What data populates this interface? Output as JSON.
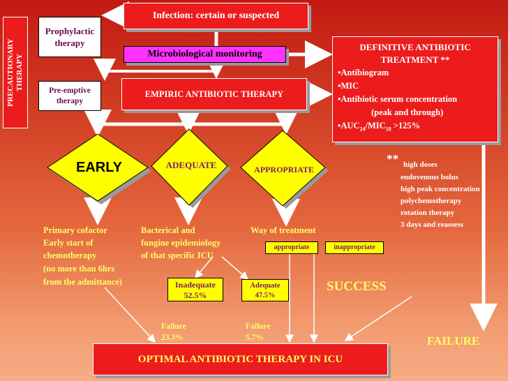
{
  "side_label": {
    "line1": "PRECAUTIONARY",
    "line2": "THERAPY"
  },
  "infection": "Infection: certain or suspected",
  "prophylactic": {
    "line1": "Prophylactic",
    "line2": "therapy"
  },
  "micro": "Microbiological monitoring",
  "preemptive": {
    "line1": "Pre-emptive",
    "line2": "therapy"
  },
  "empiric": "EMPIRIC ANTIBIOTIC THERAPY",
  "definitive": {
    "title1": "DEFINITIVE ANTIBIOTIC",
    "title2": "TREATMENT **",
    "items": [
      "•Antibiogram",
      "•MIC",
      "•Antibiotic serum concentration"
    ],
    "item3_cont": "(peak and through)",
    "auc_a": "•AUC",
    "auc_sub1": "24",
    "auc_b": "/MIC",
    "auc_sub2": "18",
    "auc_c": " >125%"
  },
  "diamonds": {
    "early": "EARLY",
    "adequate": "ADEQUATE",
    "appropriate": "APPROPRIATE"
  },
  "notes": {
    "star": "**",
    "lines": [
      "high doses",
      "endovenous bolus",
      "high peak concentration",
      "polychemotherapy",
      "rotation therapy",
      "3 days and reassess"
    ]
  },
  "primary": [
    "Primary cofactor",
    "Early start of",
    "chemotherapy",
    "(no more than 6hrs",
    "from the admittance)"
  ],
  "bacterical": [
    "Bacterical and",
    "fungine epidemiology",
    "of that specific ICU"
  ],
  "way": "Way of treatment",
  "appropriate_tag": "appropriate",
  "inappropriate_tag": "inappropriate",
  "inadequate": {
    "line1": "Inadequate",
    "line2": "52.5%"
  },
  "adequate_box": {
    "line1": "Adequate",
    "line2": "47.5%"
  },
  "success": "SUCCESS",
  "failure_big": "FAILURE",
  "failure1": {
    "line1": "Failure",
    "line2": "23.3%"
  },
  "failure2": {
    "line1": "Failure",
    "line2": "5.7%"
  },
  "optimal": "OPTIMAL ANTIBIOTIC THERAPY IN ICU"
}
